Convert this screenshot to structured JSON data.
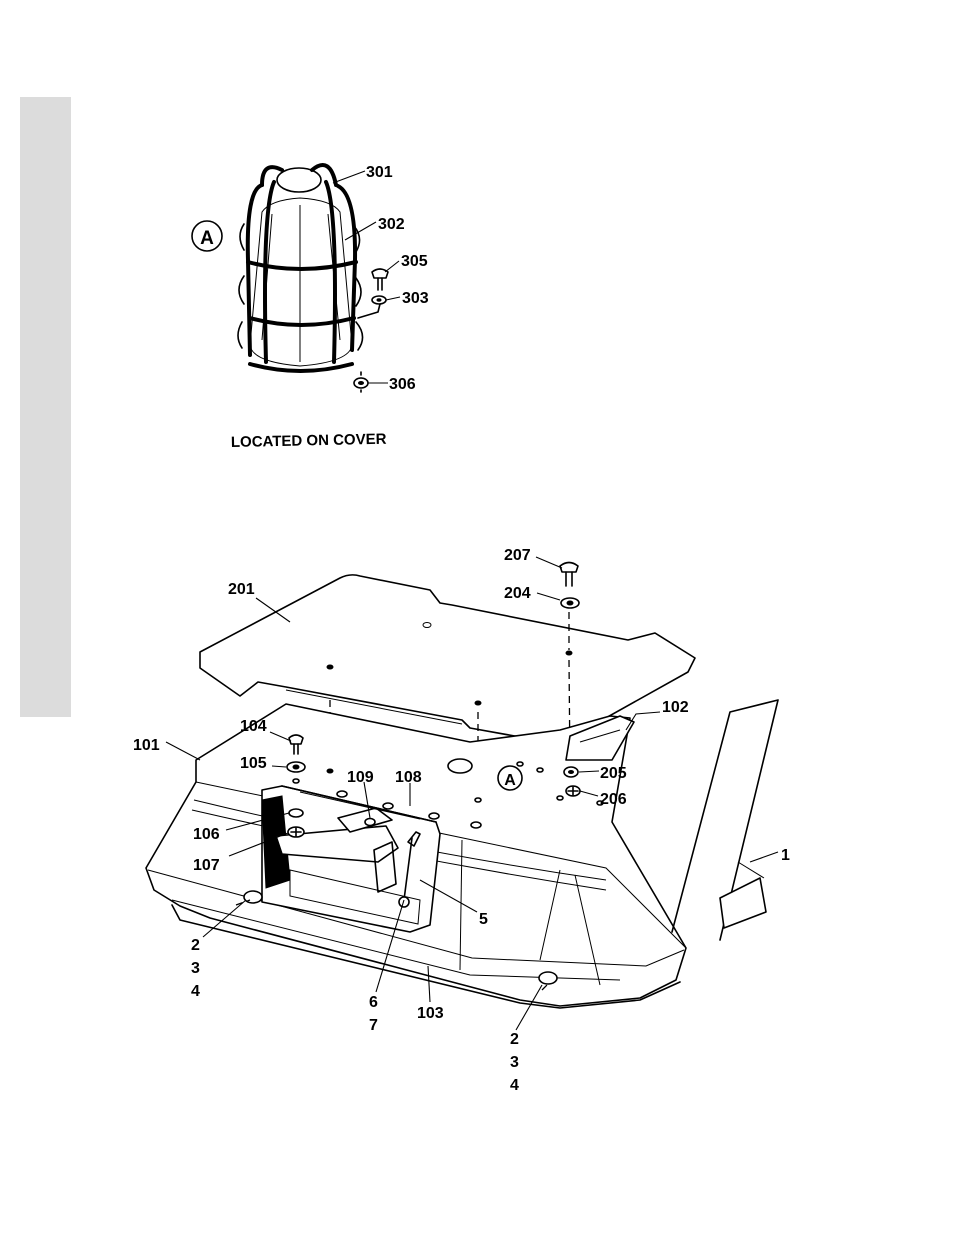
{
  "detail": {
    "callout": "A",
    "caption": "LOCATED ON COVER",
    "labels": {
      "p301": "301",
      "p302": "302",
      "p305": "305",
      "p303": "303",
      "p306": "306"
    }
  },
  "assembly": {
    "callout": "A",
    "labels": {
      "p207": "207",
      "p204": "204",
      "p201": "201",
      "p102": "102",
      "p104": "104",
      "p101": "101",
      "p105": "105",
      "p109": "109",
      "p108": "108",
      "p205": "205",
      "p206": "206",
      "p106": "106",
      "p107": "107",
      "p1": "1",
      "p5": "5",
      "p2a": "2",
      "p3a": "3",
      "p4a": "4",
      "p6": "6",
      "p7": "7",
      "p103": "103",
      "p2b": "2",
      "p3b": "3",
      "p4b": "4"
    }
  }
}
